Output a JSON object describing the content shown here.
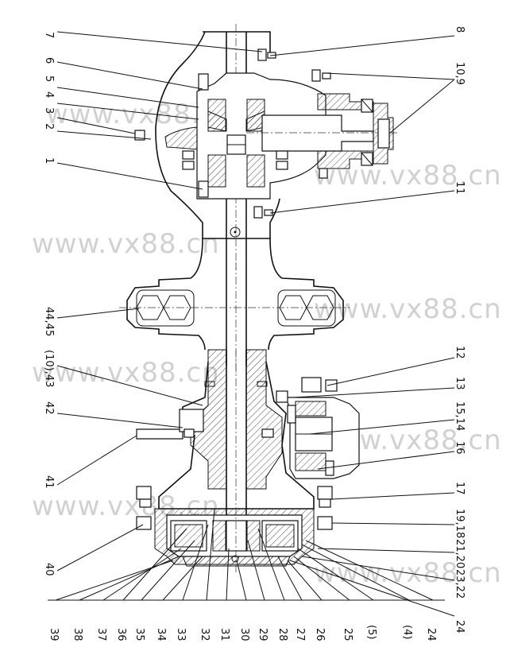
{
  "left_labels": [
    {
      "id": "7",
      "text": "7"
    },
    {
      "id": "6",
      "text": "6"
    },
    {
      "id": "5",
      "text": "5"
    },
    {
      "id": "4",
      "text": "4"
    },
    {
      "id": "3",
      "text": "3"
    },
    {
      "id": "2",
      "text": "2"
    },
    {
      "id": "1",
      "text": "1"
    },
    {
      "id": "44-45",
      "text": "44,45"
    },
    {
      "id": "43",
      "text": "(10),43"
    },
    {
      "id": "42",
      "text": "42"
    },
    {
      "id": "41",
      "text": "41"
    },
    {
      "id": "40",
      "text": "40"
    }
  ],
  "right_labels": [
    {
      "id": "8",
      "text": "8"
    },
    {
      "id": "10-9",
      "text": "10,9"
    },
    {
      "id": "11",
      "text": "11"
    },
    {
      "id": "12",
      "text": "12"
    },
    {
      "id": "13",
      "text": "13"
    },
    {
      "id": "15-14",
      "text": "15,14"
    },
    {
      "id": "16",
      "text": "16"
    },
    {
      "id": "17",
      "text": "17"
    },
    {
      "id": "19-18",
      "text": "19,18"
    },
    {
      "id": "21-20",
      "text": "21,20"
    },
    {
      "id": "23-22",
      "text": "23,22"
    },
    {
      "id": "24",
      "text": "24"
    }
  ],
  "bottom_labels": [
    {
      "id": "39",
      "text": "39"
    },
    {
      "id": "38",
      "text": "38"
    },
    {
      "id": "37",
      "text": "37"
    },
    {
      "id": "36",
      "text": "36"
    },
    {
      "id": "35",
      "text": "35"
    },
    {
      "id": "34",
      "text": "34"
    },
    {
      "id": "33",
      "text": "33"
    },
    {
      "id": "32",
      "text": "32"
    },
    {
      "id": "31",
      "text": "31"
    },
    {
      "id": "30",
      "text": "30"
    },
    {
      "id": "29",
      "text": "29"
    },
    {
      "id": "28",
      "text": "28"
    },
    {
      "id": "27",
      "text": "27"
    },
    {
      "id": "26",
      "text": "26"
    },
    {
      "id": "25",
      "text": "25"
    },
    {
      "id": "5b",
      "text": "(5)"
    },
    {
      "id": "4b",
      "text": "(4)"
    },
    {
      "id": "24b",
      "text": "24"
    }
  ],
  "watermark": {
    "text": "www.vx88.cn"
  }
}
